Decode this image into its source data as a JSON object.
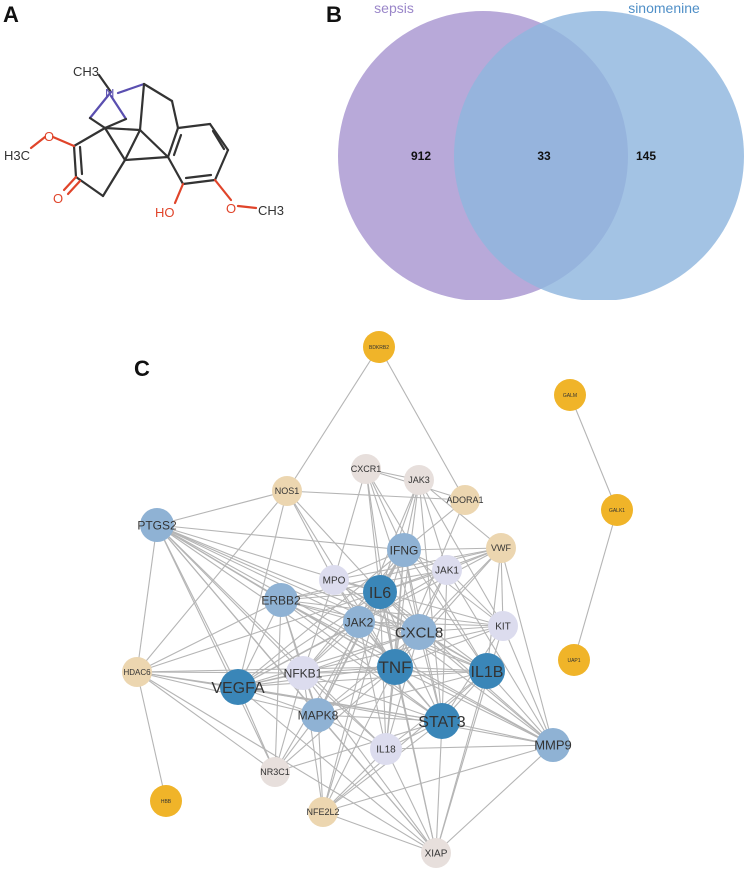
{
  "panels": {
    "a": "A",
    "b": "B",
    "c": "C"
  },
  "molecule": {
    "atoms": {
      "n_methyl": "CH3",
      "n": "N",
      "methoxy_left": "H3C",
      "o_left": "O",
      "carbonyl_o": "O",
      "hydroxyl": "HO",
      "o_right": "O",
      "methoxy_right": "CH3"
    },
    "colors": {
      "bond": "#333333",
      "oxygen": "#e0442a",
      "nitrogen": "#5a4fb0"
    }
  },
  "venn": {
    "left_label": "sepsis",
    "right_label": "sinomenine",
    "left_only": "912",
    "overlap": "33",
    "right_only": "145",
    "colors": {
      "left": "#b8a9d9",
      "right": "#8fb6de",
      "left_text": "#9a86c9",
      "right_text": "#4f8fc7"
    }
  },
  "network": {
    "colors": {
      "dark_blue": "#3a86b8",
      "mid_blue": "#8fb2d4",
      "lavender": "#dcdcee",
      "light_gray": "#e7dfdc",
      "tan": "#ecd6b0",
      "orange": "#f0b429",
      "edge": "#b5b5b5"
    },
    "nodes": [
      {
        "id": "BDKRB2",
        "label": "BDKRB2",
        "color": "orange"
      },
      {
        "id": "GALM",
        "label": "GALM",
        "color": "orange"
      },
      {
        "id": "GALK1",
        "label": "GALK1",
        "color": "orange"
      },
      {
        "id": "UAP1",
        "label": "UAP1",
        "color": "orange"
      },
      {
        "id": "HBB",
        "label": "HBB",
        "color": "orange"
      },
      {
        "id": "CXCR1",
        "label": "CXCR1",
        "color": "light_gray"
      },
      {
        "id": "JAK3",
        "label": "JAK3",
        "color": "light_gray"
      },
      {
        "id": "NOS1",
        "label": "NOS1",
        "color": "tan"
      },
      {
        "id": "ADORA1",
        "label": "ADORA1",
        "color": "tan"
      },
      {
        "id": "PTGS2",
        "label": "PTGS2",
        "color": "mid_blue"
      },
      {
        "id": "IFNG",
        "label": "IFNG",
        "color": "mid_blue"
      },
      {
        "id": "VWF",
        "label": "VWF",
        "color": "tan"
      },
      {
        "id": "MPO",
        "label": "MPO",
        "color": "lavender"
      },
      {
        "id": "JAK1",
        "label": "JAK1",
        "color": "lavender"
      },
      {
        "id": "IL6",
        "label": "IL6",
        "color": "dark_blue"
      },
      {
        "id": "ERBB2",
        "label": "ERBB2",
        "color": "mid_blue"
      },
      {
        "id": "JAK2",
        "label": "JAK2",
        "color": "mid_blue"
      },
      {
        "id": "CXCL8",
        "label": "CXCL8",
        "color": "mid_blue"
      },
      {
        "id": "KIT",
        "label": "KIT",
        "color": "lavender"
      },
      {
        "id": "HDAC6",
        "label": "HDAC6",
        "color": "tan"
      },
      {
        "id": "NFKB1",
        "label": "NFKB1",
        "color": "lavender"
      },
      {
        "id": "TNF",
        "label": "TNF",
        "color": "dark_blue"
      },
      {
        "id": "IL1B",
        "label": "IL1B",
        "color": "dark_blue"
      },
      {
        "id": "VEGFA",
        "label": "VEGFA",
        "color": "dark_blue"
      },
      {
        "id": "MAPK8",
        "label": "MAPK8",
        "color": "mid_blue"
      },
      {
        "id": "STAT3",
        "label": "STAT3",
        "color": "dark_blue"
      },
      {
        "id": "MMP9",
        "label": "MMP9",
        "color": "mid_blue"
      },
      {
        "id": "IL18",
        "label": "IL18",
        "color": "lavender"
      },
      {
        "id": "NR3C1",
        "label": "NR3C1",
        "color": "light_gray"
      },
      {
        "id": "NFE2L2",
        "label": "NFE2L2",
        "color": "tan"
      },
      {
        "id": "XIAP",
        "label": "XIAP",
        "color": "light_gray"
      }
    ],
    "edges": [
      [
        "BDKRB2",
        "NOS1"
      ],
      [
        "BDKRB2",
        "ADORA1"
      ],
      [
        "GALM",
        "GALK1"
      ],
      [
        "GALK1",
        "UAP1"
      ],
      [
        "HDAC6",
        "HBB"
      ],
      [
        "TNF",
        "IL6"
      ],
      [
        "TNF",
        "IL1B"
      ],
      [
        "TNF",
        "CXCL8"
      ],
      [
        "TNF",
        "STAT3"
      ],
      [
        "TNF",
        "VEGFA"
      ],
      [
        "TNF",
        "MMP9"
      ],
      [
        "TNF",
        "PTGS2"
      ],
      [
        "TNF",
        "IFNG"
      ],
      [
        "TNF",
        "JAK2"
      ],
      [
        "TNF",
        "MAPK8"
      ],
      [
        "TNF",
        "NFKB1"
      ],
      [
        "TNF",
        "IL18"
      ],
      [
        "TNF",
        "XIAP"
      ],
      [
        "TNF",
        "NR3C1"
      ],
      [
        "TNF",
        "NFE2L2"
      ],
      [
        "TNF",
        "HDAC6"
      ],
      [
        "TNF",
        "KIT"
      ],
      [
        "TNF",
        "JAK1"
      ],
      [
        "TNF",
        "MPO"
      ],
      [
        "TNF",
        "ERBB2"
      ],
      [
        "TNF",
        "VWF"
      ],
      [
        "TNF",
        "CXCR1"
      ],
      [
        "TNF",
        "JAK3"
      ],
      [
        "TNF",
        "NOS1"
      ],
      [
        "TNF",
        "ADORA1"
      ],
      [
        "IL6",
        "IL1B"
      ],
      [
        "IL6",
        "CXCL8"
      ],
      [
        "IL6",
        "STAT3"
      ],
      [
        "IL6",
        "VEGFA"
      ],
      [
        "IL6",
        "MMP9"
      ],
      [
        "IL6",
        "PTGS2"
      ],
      [
        "IL6",
        "IFNG"
      ],
      [
        "IL6",
        "JAK2"
      ],
      [
        "IL6",
        "JAK1"
      ],
      [
        "IL6",
        "MAPK8"
      ],
      [
        "IL6",
        "NFKB1"
      ],
      [
        "IL6",
        "IL18"
      ],
      [
        "IL6",
        "ERBB2"
      ],
      [
        "IL6",
        "MPO"
      ],
      [
        "IL6",
        "KIT"
      ],
      [
        "IL6",
        "XIAP"
      ],
      [
        "IL6",
        "NR3C1"
      ],
      [
        "IL6",
        "NFE2L2"
      ],
      [
        "IL6",
        "JAK3"
      ],
      [
        "IL6",
        "CXCR1"
      ],
      [
        "IL6",
        "VWF"
      ],
      [
        "IL6",
        "HDAC6"
      ],
      [
        "IL6",
        "NOS1"
      ],
      [
        "IL1B",
        "CXCL8"
      ],
      [
        "IL1B",
        "STAT3"
      ],
      [
        "IL1B",
        "VEGFA"
      ],
      [
        "IL1B",
        "MMP9"
      ],
      [
        "IL1B",
        "PTGS2"
      ],
      [
        "IL1B",
        "IFNG"
      ],
      [
        "IL1B",
        "MAPK8"
      ],
      [
        "IL1B",
        "NFKB1"
      ],
      [
        "IL1B",
        "IL18"
      ],
      [
        "IL1B",
        "MPO"
      ],
      [
        "IL1B",
        "XIAP"
      ],
      [
        "IL1B",
        "NFE2L2"
      ],
      [
        "IL1B",
        "CXCR1"
      ],
      [
        "IL1B",
        "VWF"
      ],
      [
        "IL1B",
        "JAK2"
      ],
      [
        "STAT3",
        "VEGFA"
      ],
      [
        "STAT3",
        "JAK2"
      ],
      [
        "STAT3",
        "JAK1"
      ],
      [
        "STAT3",
        "JAK3"
      ],
      [
        "STAT3",
        "MMP9"
      ],
      [
        "STAT3",
        "PTGS2"
      ],
      [
        "STAT3",
        "ERBB2"
      ],
      [
        "STAT3",
        "IFNG"
      ],
      [
        "STAT3",
        "CXCL8"
      ],
      [
        "STAT3",
        "MAPK8"
      ],
      [
        "STAT3",
        "NFKB1"
      ],
      [
        "STAT3",
        "XIAP"
      ],
      [
        "STAT3",
        "KIT"
      ],
      [
        "STAT3",
        "NR3C1"
      ],
      [
        "STAT3",
        "IL18"
      ],
      [
        "STAT3",
        "HDAC6"
      ],
      [
        "STAT3",
        "NFE2L2"
      ],
      [
        "VEGFA",
        "MMP9"
      ],
      [
        "VEGFA",
        "PTGS2"
      ],
      [
        "VEGFA",
        "ERBB2"
      ],
      [
        "VEGFA",
        "CXCL8"
      ],
      [
        "VEGFA",
        "IFNG"
      ],
      [
        "VEGFA",
        "KIT"
      ],
      [
        "VEGFA",
        "MAPK8"
      ],
      [
        "VEGFA",
        "NFKB1"
      ],
      [
        "VEGFA",
        "HDAC6"
      ],
      [
        "VEGFA",
        "VWF"
      ],
      [
        "VEGFA",
        "NOS1"
      ],
      [
        "VEGFA",
        "JAK2"
      ],
      [
        "VEGFA",
        "XIAP"
      ],
      [
        "VEGFA",
        "NR3C1"
      ],
      [
        "CXCL8",
        "MMP9"
      ],
      [
        "CXCL8",
        "PTGS2"
      ],
      [
        "CXCL8",
        "IFNG"
      ],
      [
        "CXCL8",
        "CXCR1"
      ],
      [
        "CXCL8",
        "MPO"
      ],
      [
        "CXCL8",
        "NFKB1"
      ],
      [
        "CXCL8",
        "IL18"
      ],
      [
        "CXCL8",
        "MAPK8"
      ],
      [
        "CXCL8",
        "JAK2"
      ],
      [
        "CXCL8",
        "ERBB2"
      ],
      [
        "CXCL8",
        "VWF"
      ],
      [
        "CXCL8",
        "JAK1"
      ],
      [
        "CXCL8",
        "KIT"
      ],
      [
        "MMP9",
        "PTGS2"
      ],
      [
        "MMP9",
        "MPO"
      ],
      [
        "MMP9",
        "ERBB2"
      ],
      [
        "MMP9",
        "VWF"
      ],
      [
        "MMP9",
        "KIT"
      ],
      [
        "MMP9",
        "NFE2L2"
      ],
      [
        "MMP9",
        "JAK1"
      ],
      [
        "MMP9",
        "IL18"
      ],
      [
        "MMP9",
        "XIAP"
      ],
      [
        "PTGS2",
        "NFKB1"
      ],
      [
        "PTGS2",
        "MAPK8"
      ],
      [
        "PTGS2",
        "NOS1"
      ],
      [
        "PTGS2",
        "IFNG"
      ],
      [
        "PTGS2",
        "JAK2"
      ],
      [
        "PTGS2",
        "HDAC6"
      ],
      [
        "PTGS2",
        "ERBB2"
      ],
      [
        "PTGS2",
        "NR3C1"
      ],
      [
        "PTGS2",
        "IL18"
      ],
      [
        "PTGS2",
        "XIAP"
      ],
      [
        "IFNG",
        "JAK1"
      ],
      [
        "IFNG",
        "JAK2"
      ],
      [
        "IFNG",
        "JAK3"
      ],
      [
        "IFNG",
        "IL18"
      ],
      [
        "IFNG",
        "NFKB1"
      ],
      [
        "IFNG",
        "MPO"
      ],
      [
        "IFNG",
        "CXCR1"
      ],
      [
        "IFNG",
        "VWF"
      ],
      [
        "IFNG",
        "KIT"
      ],
      [
        "IFNG",
        "MAPK8"
      ],
      [
        "IFNG",
        "NFE2L2"
      ],
      [
        "JAK2",
        "JAK1"
      ],
      [
        "JAK2",
        "JAK3"
      ],
      [
        "JAK2",
        "ERBB2"
      ],
      [
        "JAK2",
        "KIT"
      ],
      [
        "JAK2",
        "MAPK8"
      ],
      [
        "JAK2",
        "NFKB1"
      ],
      [
        "JAK2",
        "MPO"
      ],
      [
        "JAK2",
        "IL18"
      ],
      [
        "JAK1",
        "JAK3"
      ],
      [
        "JAK1",
        "ERBB2"
      ],
      [
        "JAK1",
        "KIT"
      ],
      [
        "JAK1",
        "VWF"
      ],
      [
        "JAK3",
        "KIT"
      ],
      [
        "JAK3",
        "CXCR1"
      ],
      [
        "MAPK8",
        "NFKB1"
      ],
      [
        "MAPK8",
        "ERBB2"
      ],
      [
        "MAPK8",
        "XIAP"
      ],
      [
        "MAPK8",
        "NFE2L2"
      ],
      [
        "MAPK8",
        "NR3C1"
      ],
      [
        "MAPK8",
        "IL18"
      ],
      [
        "MAPK8",
        "HDAC6"
      ],
      [
        "NFKB1",
        "XIAP"
      ],
      [
        "NFKB1",
        "NFE2L2"
      ],
      [
        "NFKB1",
        "NR3C1"
      ],
      [
        "NFKB1",
        "IL18"
      ],
      [
        "NFKB1",
        "HDAC6"
      ],
      [
        "NFKB1",
        "ERBB2"
      ],
      [
        "NFKB1",
        "MPO"
      ],
      [
        "ERBB2",
        "KIT"
      ],
      [
        "ERBB2",
        "HDAC6"
      ],
      [
        "ERBB2",
        "NR3C1"
      ],
      [
        "ERBB2",
        "VWF"
      ],
      [
        "IL18",
        "XIAP"
      ],
      [
        "IL18",
        "NFE2L2"
      ],
      [
        "MPO",
        "NOS1"
      ],
      [
        "MPO",
        "VWF"
      ],
      [
        "MPO",
        "CXCR1"
      ],
      [
        "NOS1",
        "ADORA1"
      ],
      [
        "NOS1",
        "HDAC6"
      ],
      [
        "KIT",
        "VWF"
      ],
      [
        "KIT",
        "XIAP"
      ],
      [
        "NR3C1",
        "HDAC6"
      ],
      [
        "NFE2L2",
        "XIAP"
      ],
      [
        "ADORA1",
        "CXCR1"
      ],
      [
        "ADORA1",
        "IFNG"
      ],
      [
        "VWF",
        "JAK3"
      ],
      [
        "XIAP",
        "HDAC6"
      ]
    ]
  }
}
